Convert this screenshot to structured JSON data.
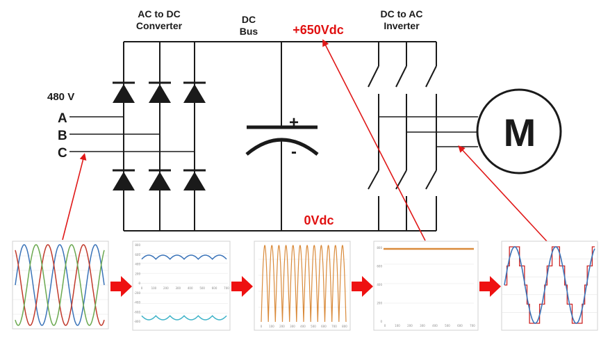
{
  "labels": {
    "converter_line1": "AC to DC",
    "converter_line2": "Converter",
    "dcbus_line1": "DC",
    "dcbus_line2": "Bus",
    "inverter_line1": "DC to AC",
    "inverter_line2": "Inverter",
    "voltage_top": "+650Vdc",
    "voltage_bottom": "0Vdc",
    "input_voltage": "480 V",
    "phase_a": "A",
    "phase_b": "B",
    "phase_c": "C",
    "motor": "M",
    "cap_plus": "+",
    "cap_minus": "-"
  },
  "colors": {
    "text": "#1a1a1a",
    "voltage_red": "#e01010",
    "arrow_red": "#ee1111",
    "wave_blue": "#3a73b8",
    "wave_red": "#c0392b",
    "wave_green": "#6aa84f",
    "wave_cyan": "#3fb3c8",
    "wave_orange": "#d98a3a",
    "wave_pwm_red": "#cc2222"
  },
  "panels": {
    "panel1": {
      "y_ticks": [
        "",
        "",
        "",
        "",
        "",
        ""
      ],
      "x_ticks": []
    },
    "panel2": {
      "y_ticks": [
        "800",
        "600",
        "400",
        "200",
        "0",
        "-200",
        "-400",
        "-600",
        "-800"
      ],
      "x_ticks": [
        "0",
        "100",
        "200",
        "300",
        "400",
        "500",
        "600",
        "700"
      ]
    },
    "panel3": {
      "y_ticks": [],
      "x_ticks": [
        "0",
        "100",
        "200",
        "300",
        "400",
        "500",
        "600",
        "700",
        "800"
      ]
    },
    "panel4": {
      "y_ticks": [
        "800",
        "600",
        "400",
        "200",
        "0"
      ],
      "x_ticks": [
        "0",
        "100",
        "200",
        "300",
        "400",
        "500",
        "600",
        "700"
      ]
    }
  }
}
